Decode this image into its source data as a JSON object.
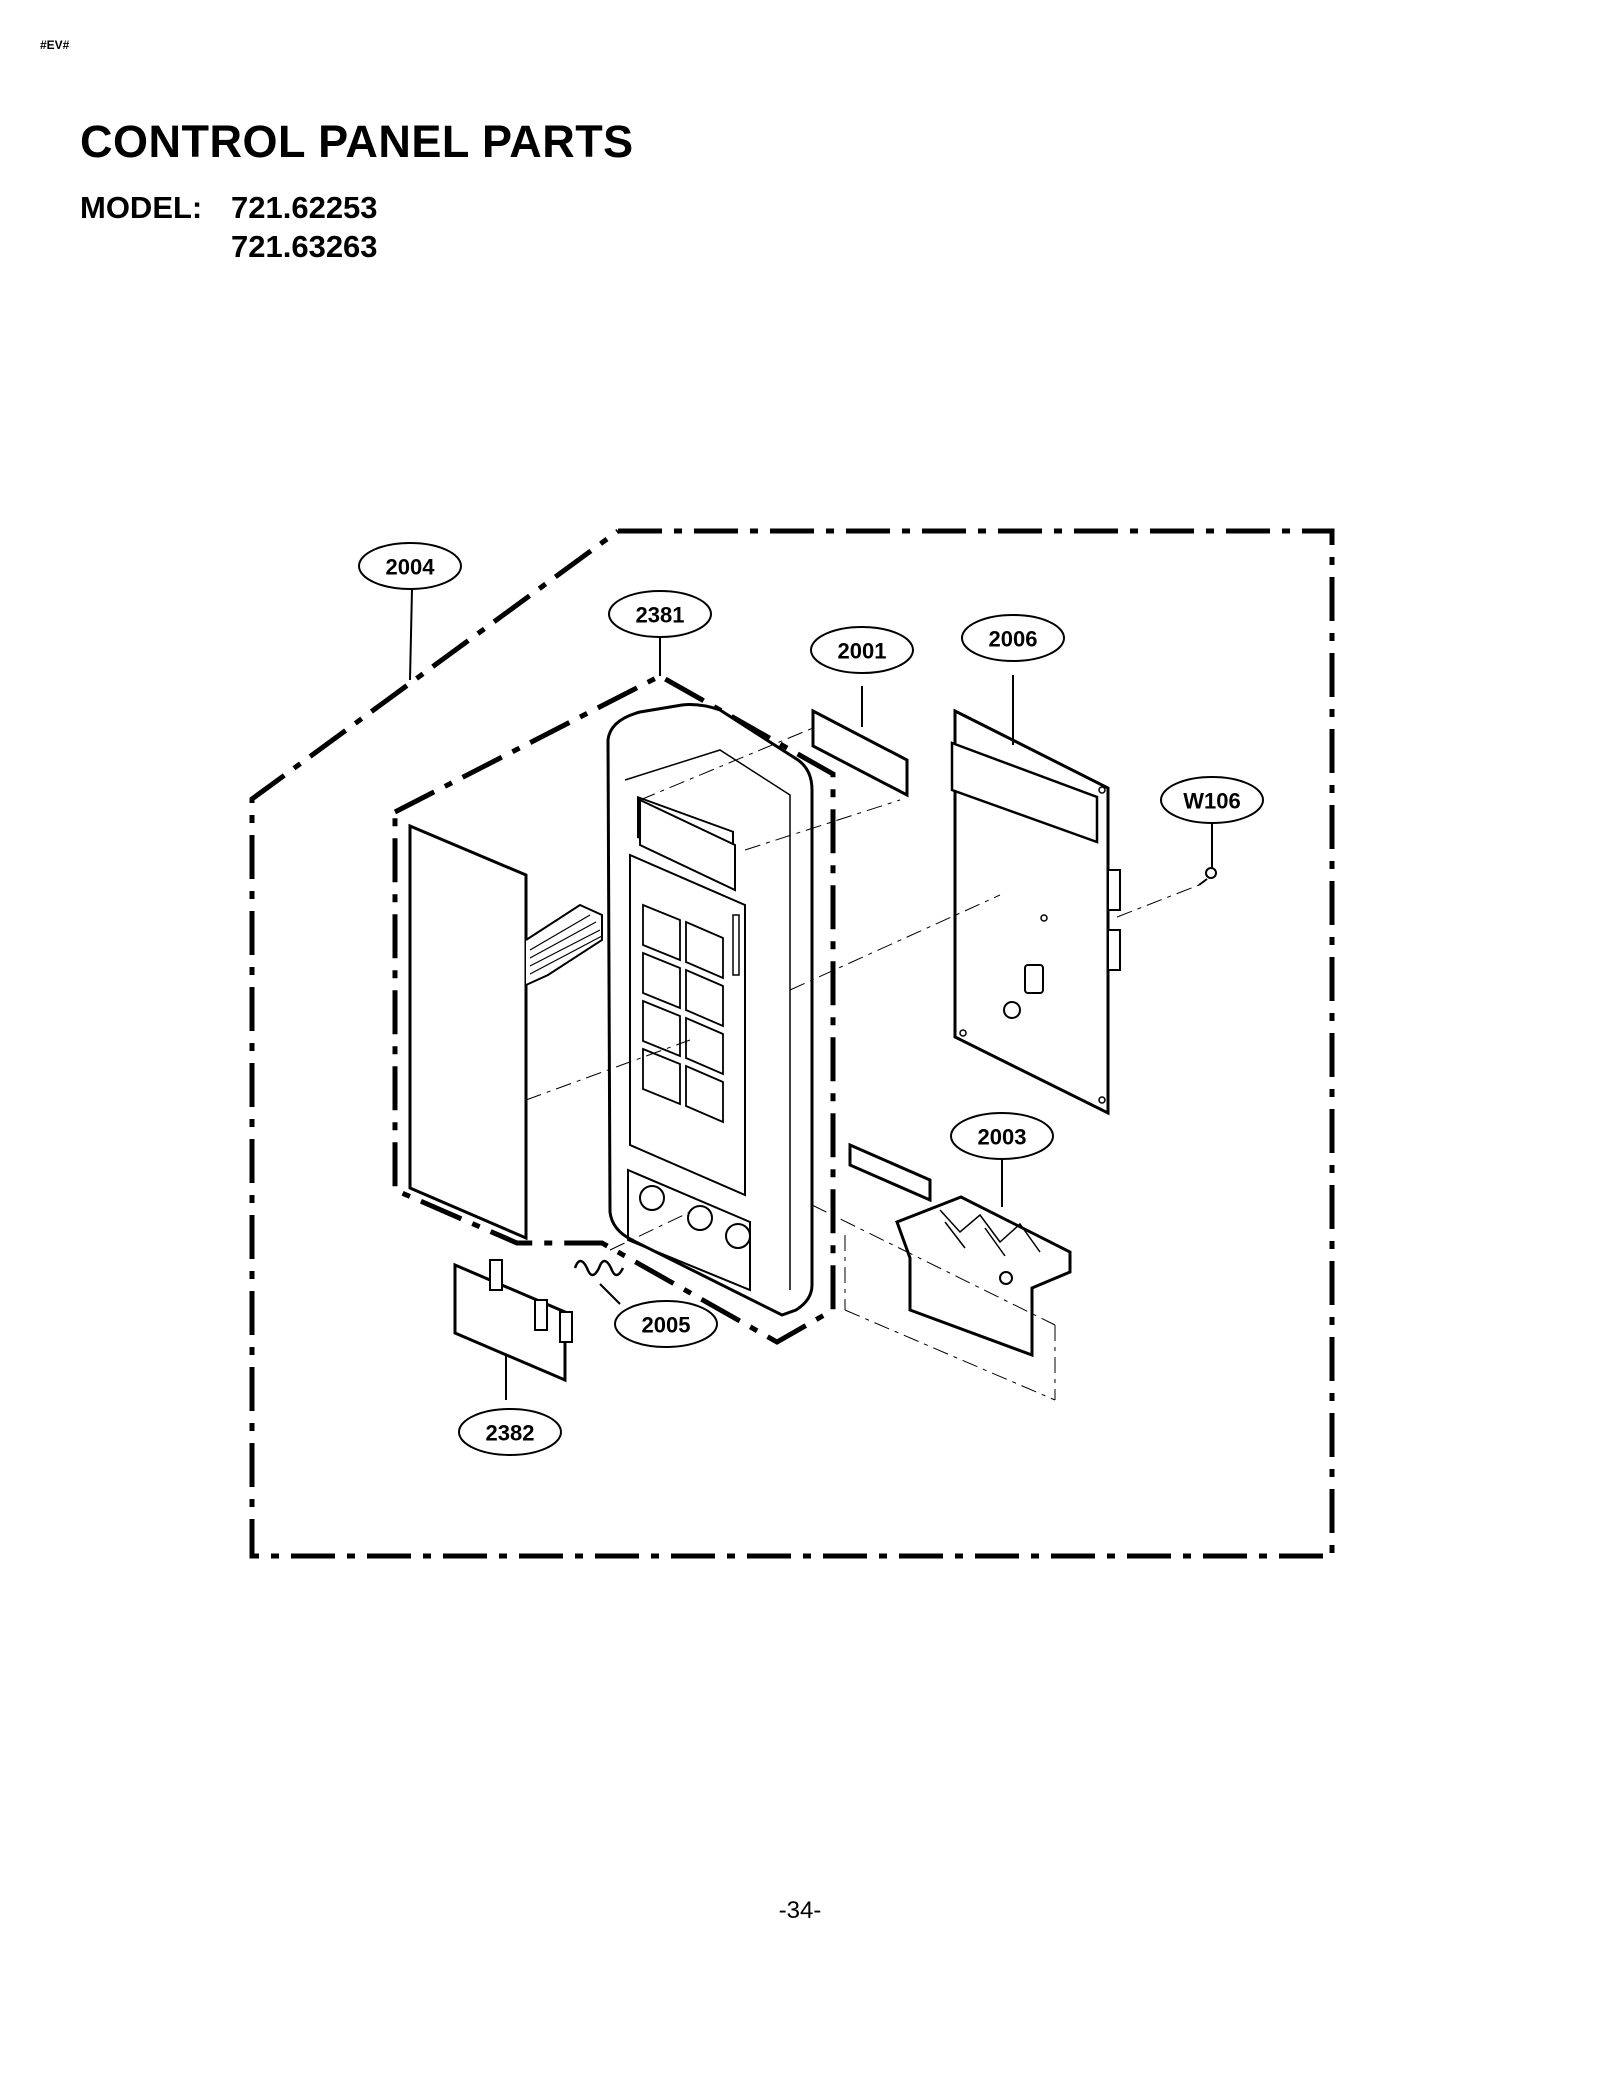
{
  "document": {
    "corner_tag": "#EV#",
    "title": "CONTROL PANEL PARTS",
    "model_label": "MODEL:",
    "models": [
      "721.62253",
      "721.63263"
    ],
    "page_number": "-34-"
  },
  "diagram": {
    "callouts": [
      {
        "id": "c2004",
        "label": "2004"
      },
      {
        "id": "c2381",
        "label": "2381"
      },
      {
        "id": "c2001",
        "label": "2001"
      },
      {
        "id": "c2006",
        "label": "2006"
      },
      {
        "id": "cW106",
        "label": "W106"
      },
      {
        "id": "c2003",
        "label": "2003"
      },
      {
        "id": "c2005",
        "label": "2005"
      },
      {
        "id": "c2382",
        "label": "2382"
      }
    ]
  }
}
